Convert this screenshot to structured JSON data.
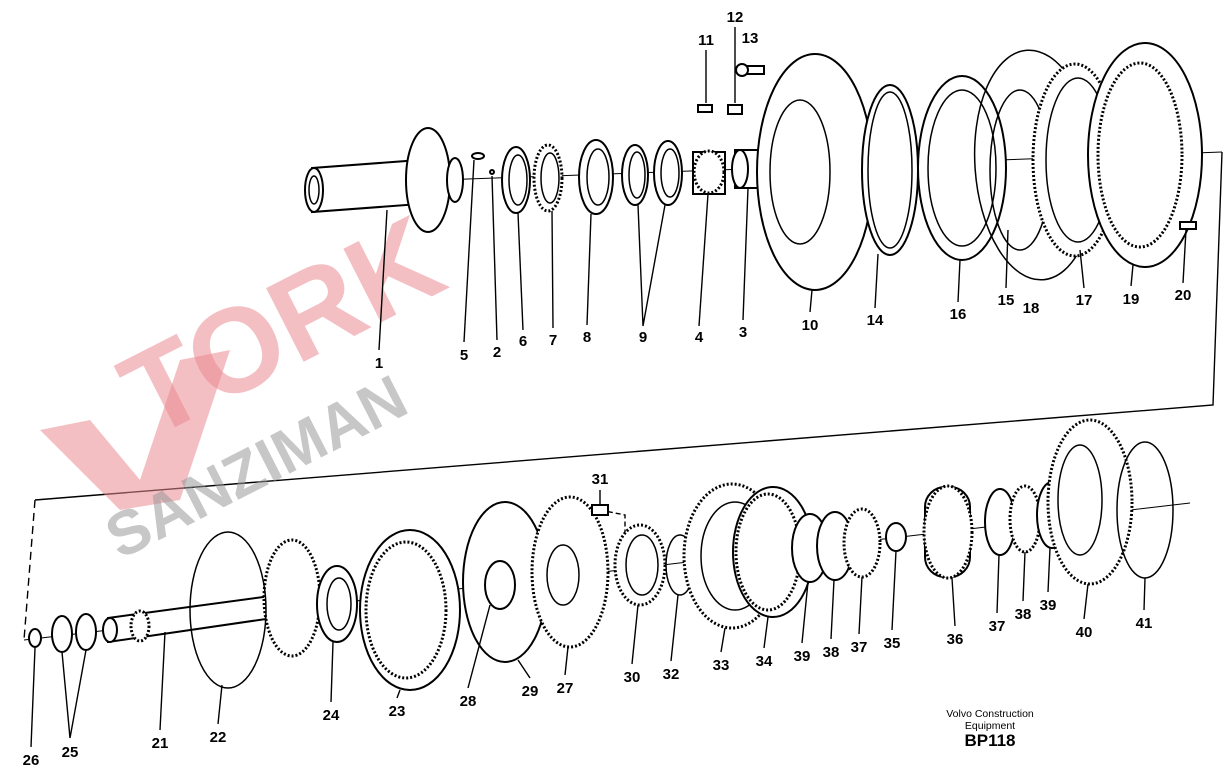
{
  "diagram": {
    "callouts_top": [
      "12",
      "13",
      "11",
      "1",
      "5",
      "2",
      "6",
      "7",
      "8",
      "9",
      "4",
      "3",
      "10",
      "14",
      "16",
      "15",
      "18",
      "17",
      "19",
      "20"
    ],
    "callouts_bottom": [
      "31",
      "26",
      "25",
      "21",
      "22",
      "24",
      "23",
      "28",
      "29",
      "27",
      "30",
      "32",
      "33",
      "34",
      "39",
      "38",
      "37",
      "35",
      "36",
      "37",
      "38",
      "39",
      "40",
      "41"
    ]
  },
  "watermark": {
    "line1": "TORK",
    "line2": "SANZIMAN"
  },
  "footer": {
    "company_line1": "Volvo Construction",
    "company_line2": "Equipment",
    "code": "BP118"
  }
}
